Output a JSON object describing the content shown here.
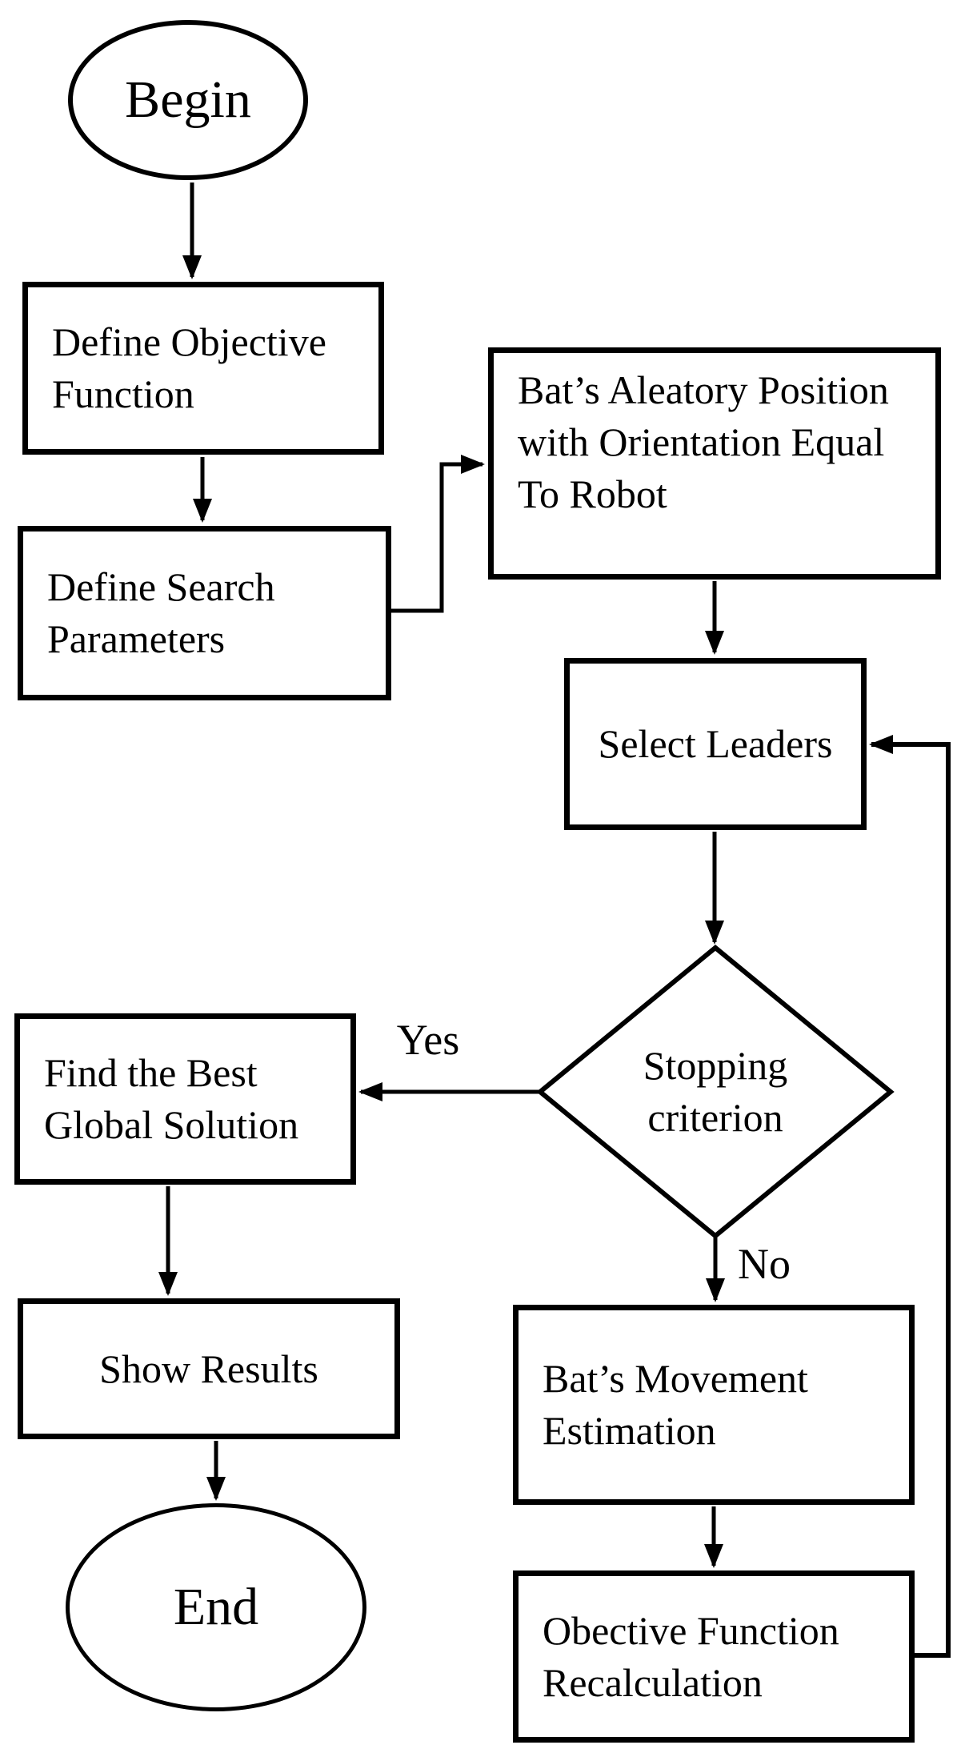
{
  "title": "Bat algorithm flowchart",
  "colors": {
    "line": "#000000",
    "background": "#ffffff",
    "text": "#000000"
  },
  "nodes": {
    "begin": {
      "lines": [
        "Begin"
      ]
    },
    "objective": {
      "lines": [
        "Define Objective",
        "Function"
      ]
    },
    "search": {
      "lines": [
        "Define Search",
        "Parameters"
      ]
    },
    "aleatory": {
      "lines": [
        "Bat’s Aleatory Position",
        "with Orientation Equal",
        "To Robot"
      ]
    },
    "leaders": {
      "lines": [
        "Select Leaders"
      ]
    },
    "stopping": {
      "lines": [
        "Stopping",
        "criterion"
      ]
    },
    "findbest": {
      "lines": [
        "Find the Best",
        "Global Solution"
      ]
    },
    "showresults": {
      "lines": [
        "Show Results"
      ]
    },
    "end": {
      "lines": [
        "End"
      ]
    },
    "movement": {
      "lines": [
        "Bat’s Movement",
        "Estimation"
      ]
    },
    "recalc": {
      "lines": [
        "Obective Function",
        "Recalculation"
      ]
    }
  },
  "edge_labels": {
    "yes": "Yes",
    "no": "No"
  }
}
